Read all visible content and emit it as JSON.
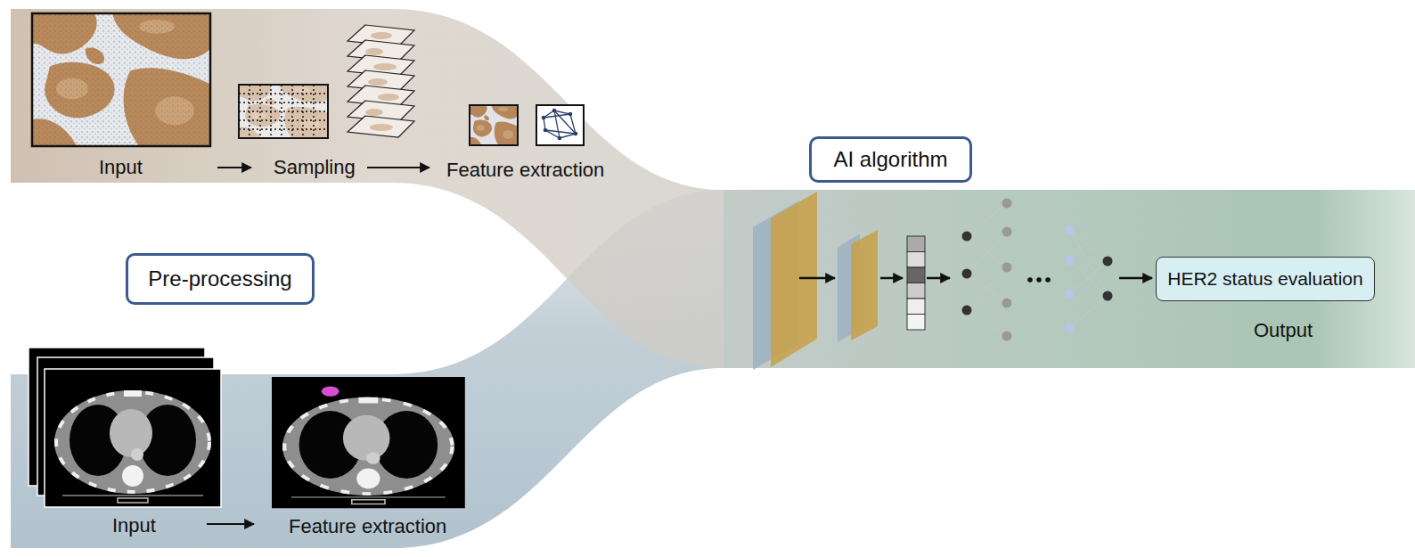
{
  "diagram": {
    "nodes": [
      {
        "text": [
          "Pre-processing"
        ]
      },
      {
        "text": [
          "AI algorithm"
        ]
      },
      {
        "text": [
          "HER2 status evaluation"
        ]
      }
    ],
    "labels": [
      "Input",
      "Sampling",
      "Feature extraction",
      "Input",
      "Feature extraction",
      "Output"
    ]
  }
}
